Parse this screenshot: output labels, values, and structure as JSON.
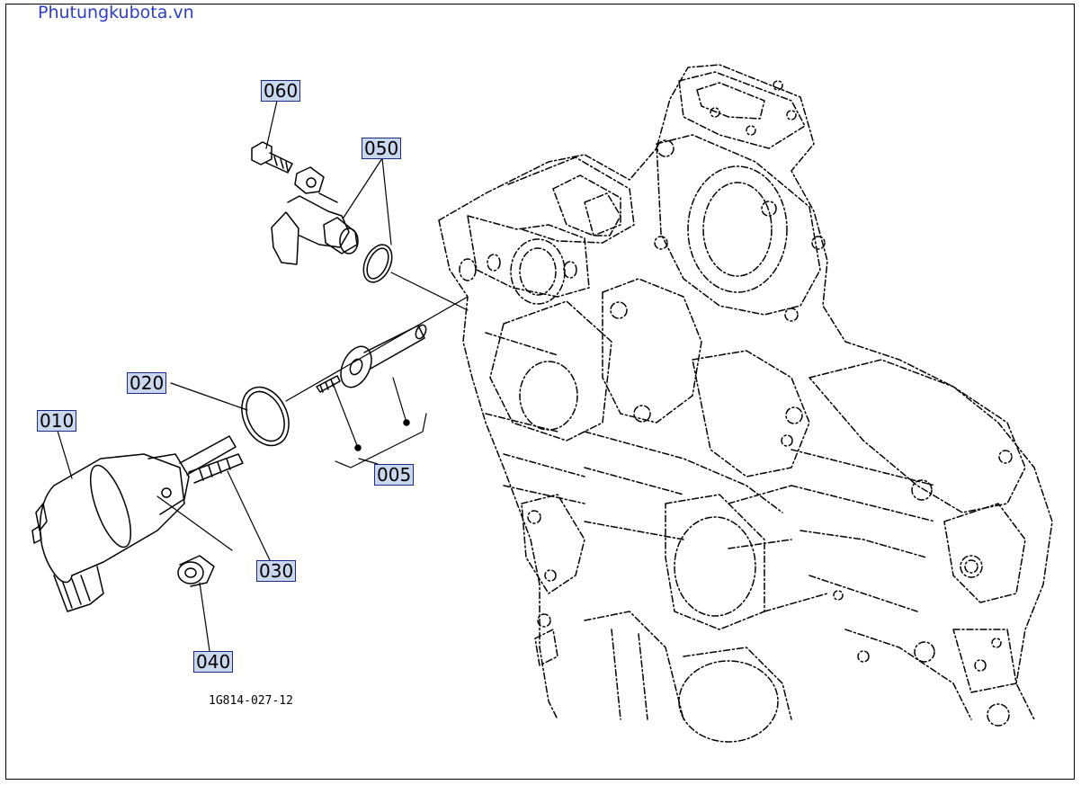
{
  "header": {
    "site_name": "Phutungkubota.vn"
  },
  "callouts": {
    "c060": "060",
    "c050": "050",
    "c020": "020",
    "c010": "010",
    "c005": "005",
    "c030": "030",
    "c040": "040"
  },
  "footer": {
    "drawing_code": "1G814-027-12"
  }
}
